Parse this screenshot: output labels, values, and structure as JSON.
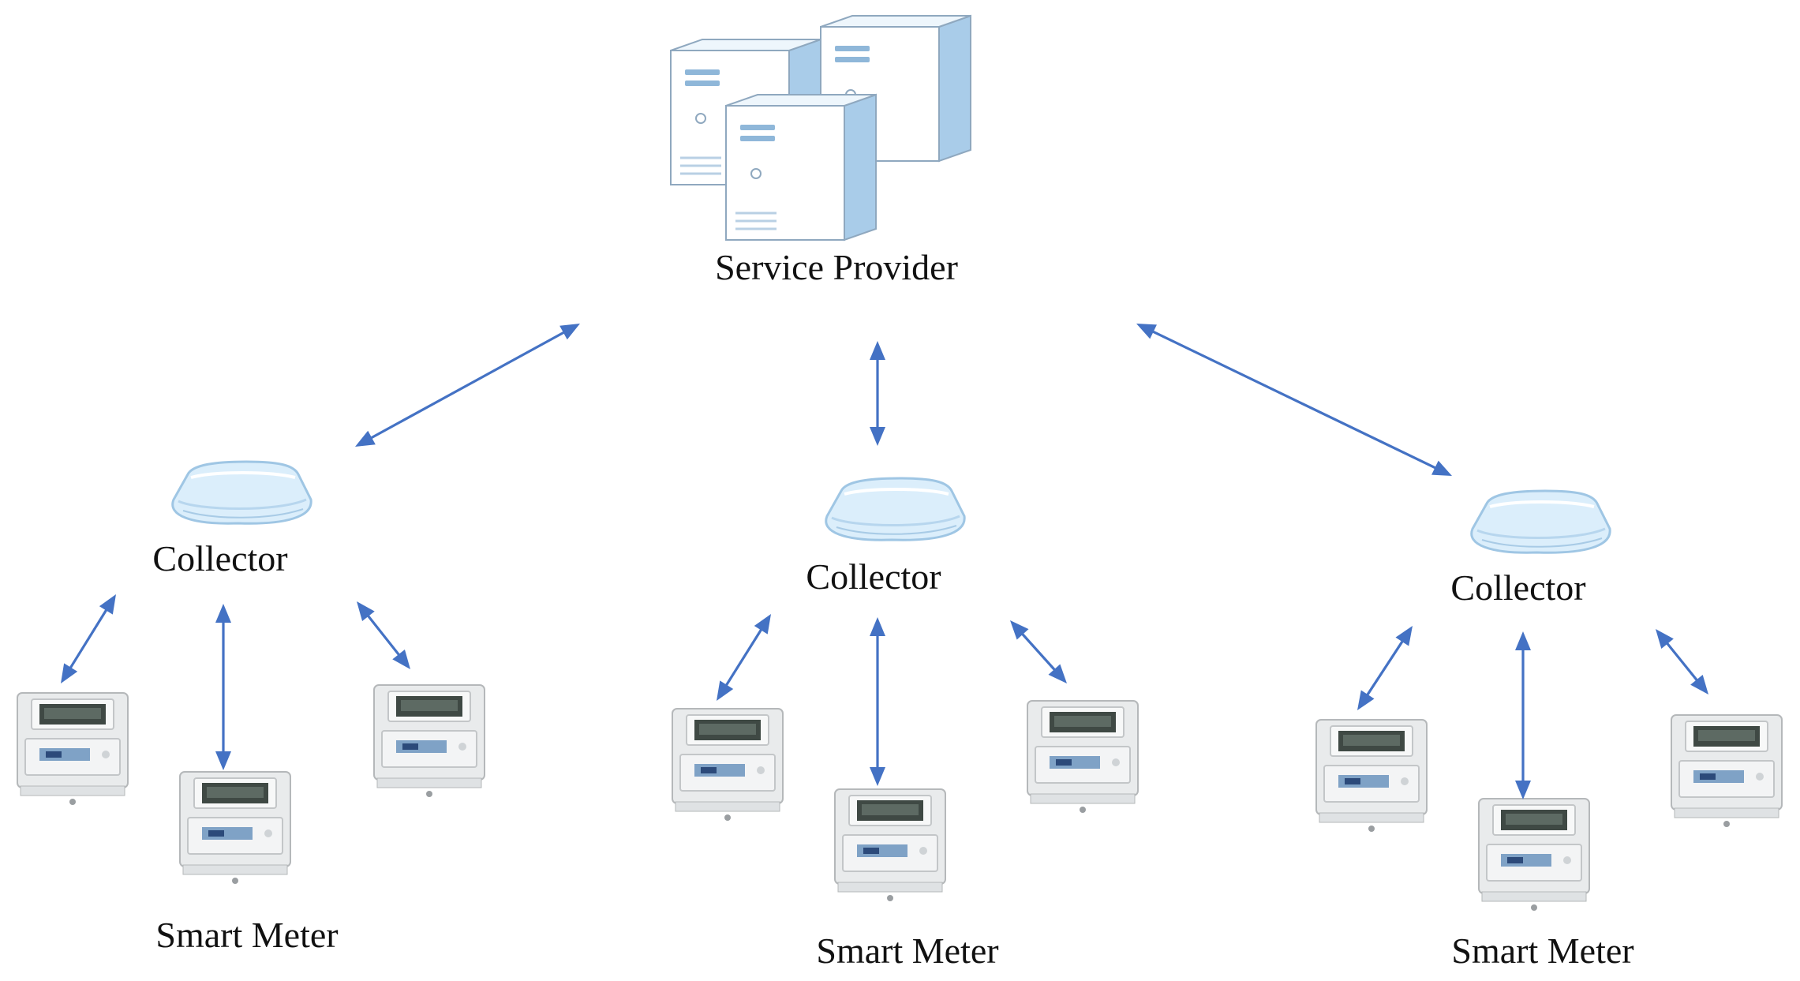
{
  "colors": {
    "arrow": "#4472c4",
    "server_face": "#ffffff",
    "server_side": "#a9cce9",
    "server_edge": "#8fa8bf",
    "collector_fill": "#dbeefb",
    "collector_edge": "#9fc6e4",
    "meter_body": "#e9ebec",
    "meter_display": "#3f4944",
    "meter_label": "#7fa2c6",
    "text": "#111111"
  },
  "icons": {
    "server": "server-stack-icon",
    "collector": "collector-router-icon",
    "meter": "smart-meter-icon",
    "link": "bidirectional-arrow-icon"
  },
  "service_provider": {
    "label": "Service Provider"
  },
  "groups": [
    {
      "collector_label": "Collector",
      "meter_label": "Smart Meter"
    },
    {
      "collector_label": "Collector",
      "meter_label": "Smart Meter"
    },
    {
      "collector_label": "Collector",
      "meter_label": "Smart Meter"
    }
  ]
}
